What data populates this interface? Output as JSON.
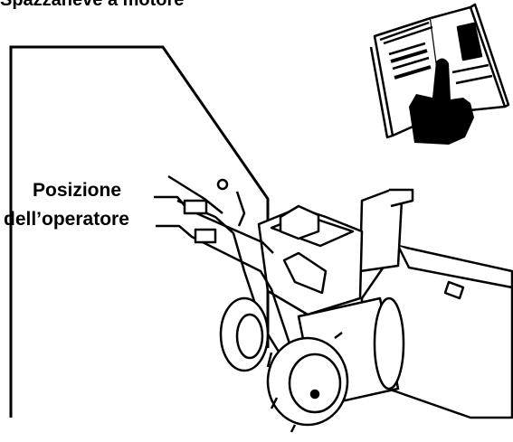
{
  "header": {
    "partial_text": "Spazzaneve a motore"
  },
  "operator_label": {
    "line1": "Posizione",
    "line2": "dell’operatore"
  },
  "icons": [
    "operator-manual-book-icon",
    "pointing-hand-icon",
    "snow-thrower-illustration"
  ]
}
